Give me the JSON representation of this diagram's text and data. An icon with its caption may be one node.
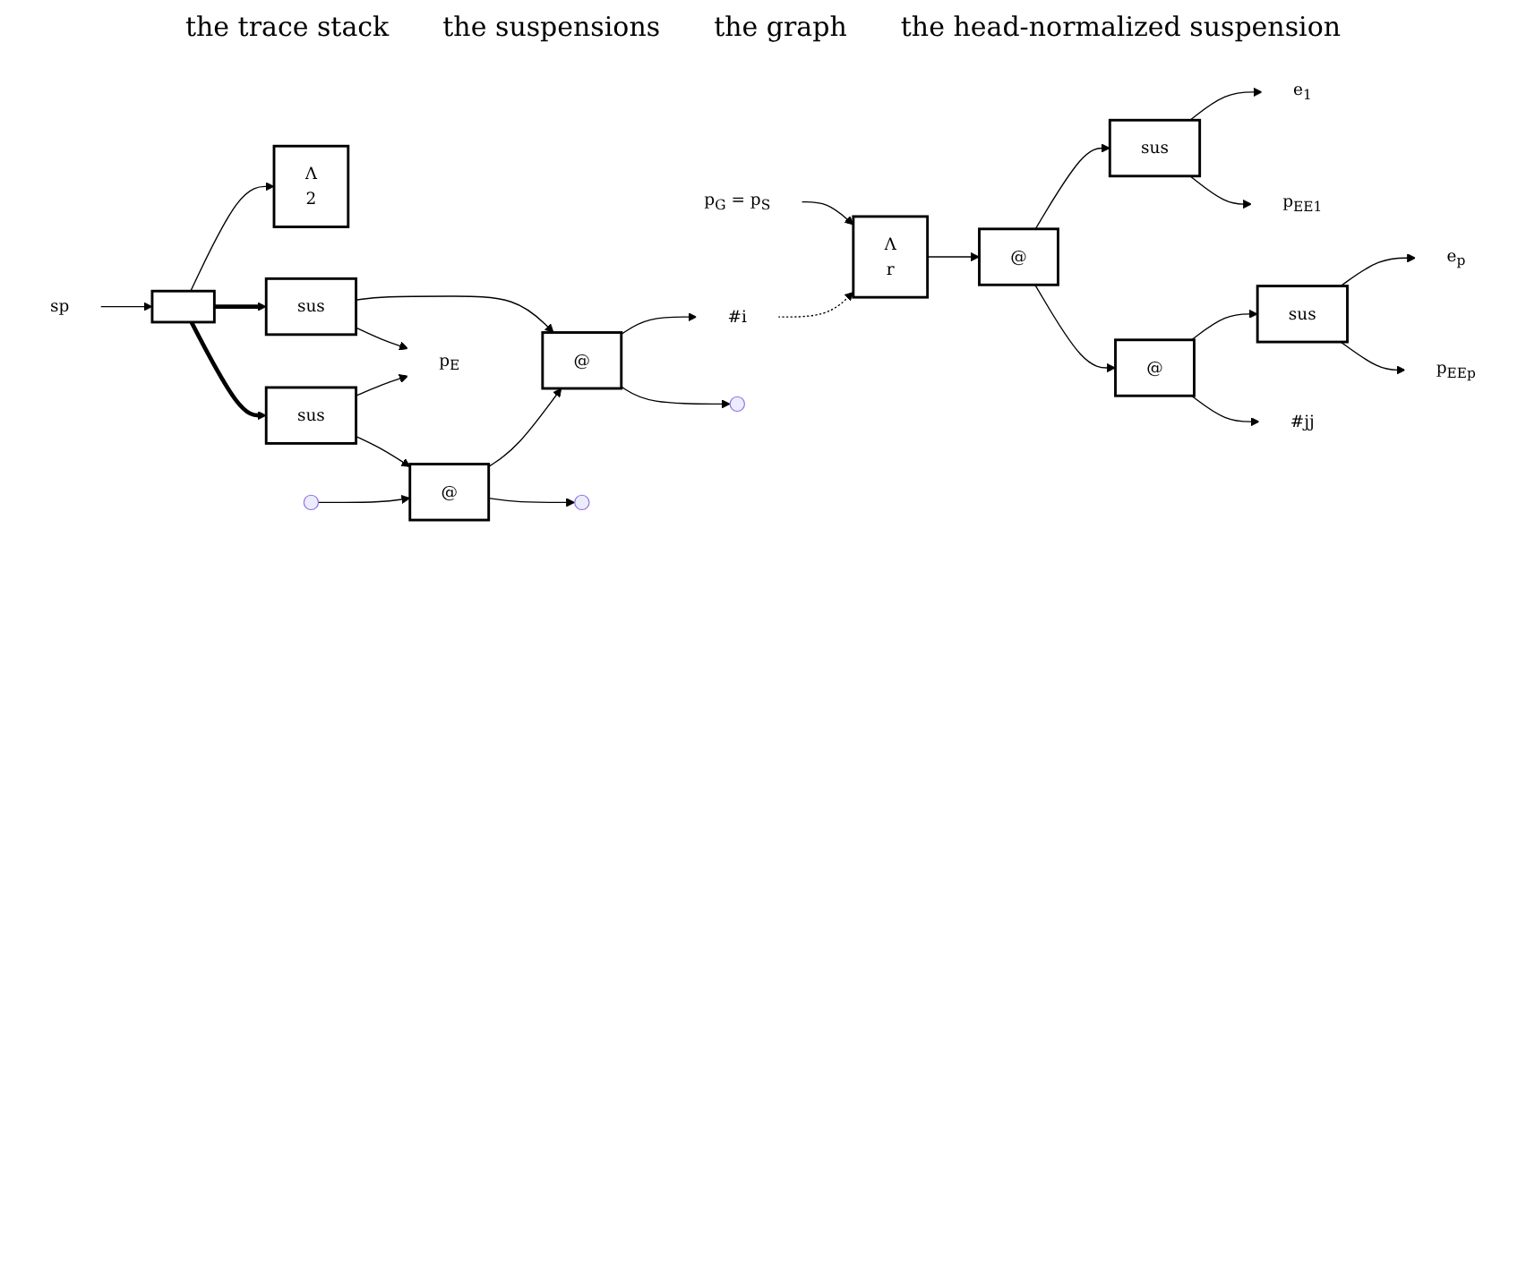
{
  "diagram": {
    "nodes": [
      {
        "text": [
          "sp"
        ]
      },
      {
        "text": [],
        "shape": "box"
      },
      {
        "text": [
          "Λ",
          "2"
        ]
      },
      {
        "text": [
          "sus"
        ]
      },
      {
        "text": [
          "sus"
        ]
      },
      {
        "text": [
          "@"
        ]
      },
      {
        "text": [
          "@"
        ]
      },
      {
        "text": [
          "p$_{E}$"
        ]
      },
      {
        "text": [
          "#i"
        ]
      },
      {
        "text": [
          "p$_{G}$ = p$_{S}$"
        ]
      },
      {
        "text": [
          "Λ",
          "r"
        ]
      },
      {
        "text": [
          "@"
        ]
      },
      {
        "text": [
          "sus"
        ]
      },
      {
        "text": [
          "e$_{1}$"
        ]
      },
      {
        "text": [
          "p$_{EE1}$"
        ]
      },
      {
        "text": [
          "@"
        ]
      },
      {
        "text": [
          "sus"
        ]
      },
      {
        "text": [
          "e$_{p}$"
        ]
      },
      {
        "text": [
          "p$_{EEp}$"
        ]
      },
      {
        "text": [
          "#jj"
        ]
      }
    ],
    "edges": [
      {
        "from": 0,
        "to": 1,
        "arrow": "to"
      },
      {
        "from": 1,
        "to": 2,
        "arrow": "to"
      },
      {
        "from": 1,
        "to": 3,
        "arrow": "to",
        "style": "thick"
      },
      {
        "from": 1,
        "to": 4,
        "arrow": "to",
        "style": "thick"
      },
      {
        "from": null,
        "to": 5,
        "arrow": "to"
      },
      {
        "from": 3,
        "to": 5,
        "arrow": "to"
      },
      {
        "from": 5,
        "to": null,
        "arrow": "to"
      },
      {
        "from": 5,
        "to": 6,
        "arrow": "to"
      },
      {
        "from": 4,
        "to": 6,
        "arrow": "to"
      },
      {
        "from": 6,
        "to": null,
        "arrow": "to"
      },
      {
        "from": 3,
        "to": 7,
        "arrow": "to"
      },
      {
        "from": 4,
        "to": 7,
        "arrow": "to"
      },
      {
        "from": 6,
        "to": 8,
        "arrow": "to"
      },
      {
        "from": 8,
        "to": 10,
        "arrow": "to",
        "style": "dashed"
      },
      {
        "from": 9,
        "to": 10,
        "arrow": "to"
      },
      {
        "from": 10,
        "to": 11,
        "arrow": "to"
      },
      {
        "from": 11,
        "to": 12,
        "arrow": "to"
      },
      {
        "from": 12,
        "to": 13,
        "arrow": "to"
      },
      {
        "from": 12,
        "to": 14,
        "arrow": "to"
      },
      {
        "from": 11,
        "to": 15,
        "arrow": "to"
      },
      {
        "from": 15,
        "to": 16,
        "arrow": "to"
      },
      {
        "from": 16,
        "to": 17,
        "arrow": "to"
      },
      {
        "from": 16,
        "to": 18,
        "arrow": "to"
      },
      {
        "from": 15,
        "to": 19,
        "arrow": "to"
      }
    ],
    "labels": [
      "the trace stack",
      "the suspensions",
      "the graph",
      "the head-normalized suspension"
    ]
  }
}
